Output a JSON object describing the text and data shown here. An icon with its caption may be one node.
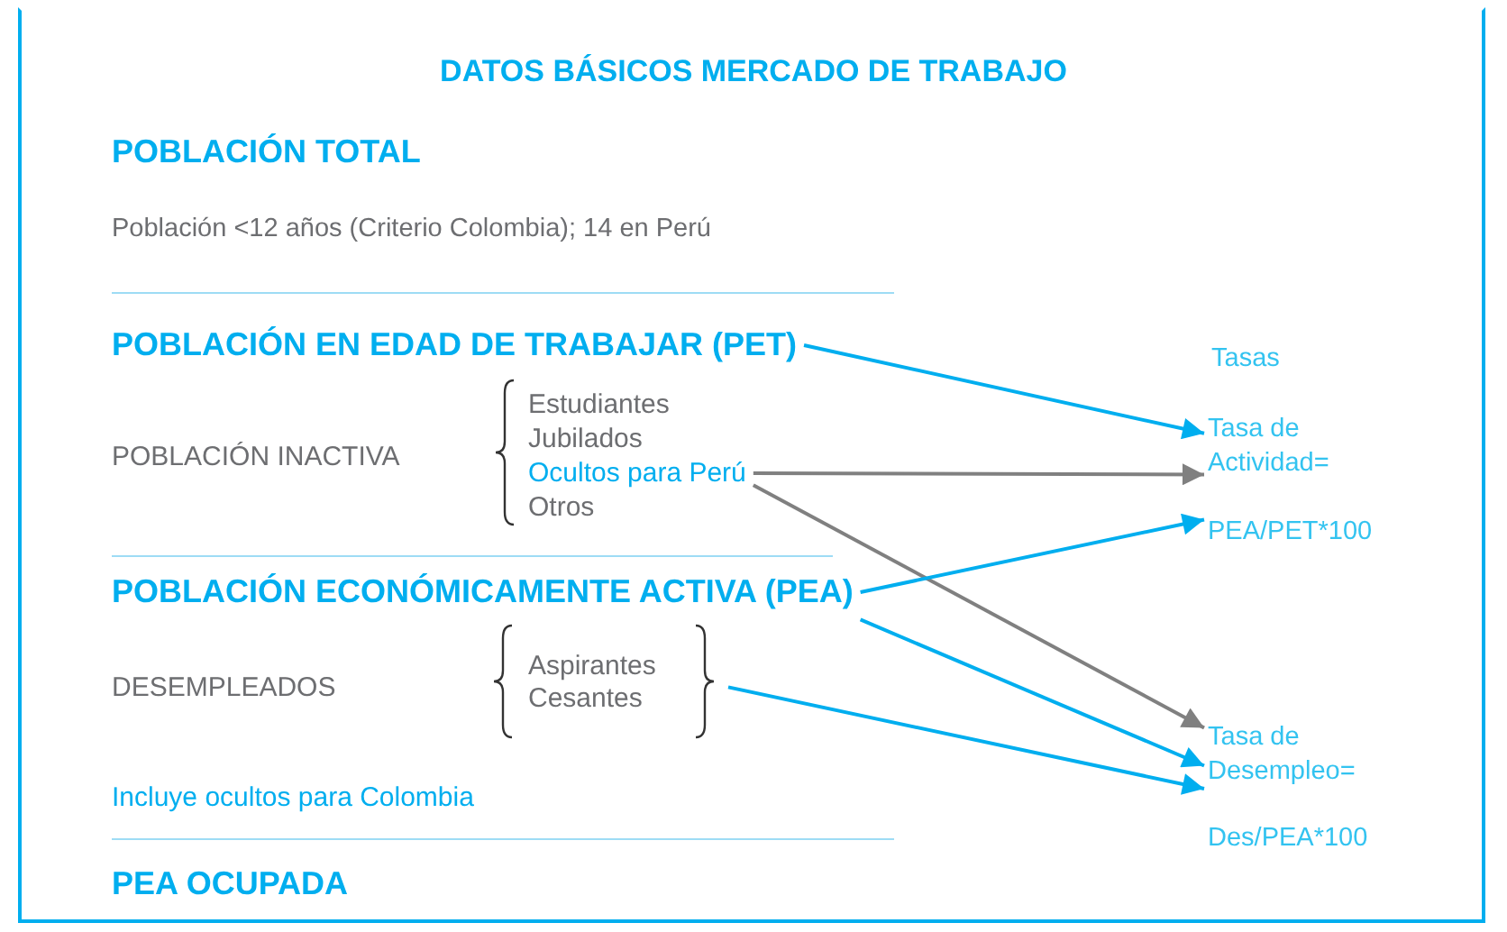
{
  "diagram": {
    "title": "DATOS BÁSICOS MERCADO DE TRABAJO",
    "nodes": [
      {
        "text": [
          "POBLACIÓN EN EDAD DE TRABAJAR (PET)"
        ]
      },
      {
        "text": [
          "Ocultos para Perú"
        ]
      },
      {
        "text": [
          "POBLACIÓN ECONÓMICAMENTE ACTIVA (PEA)"
        ]
      },
      {
        "text": [
          "Aspirantes",
          "Cesantes"
        ]
      },
      {
        "text": [
          "Tasa de Actividad=",
          "PEA/PET*100"
        ]
      },
      {
        "text": [
          "Tasa de Desempleo=",
          "Des/PEA*100"
        ]
      }
    ],
    "edges": [
      {
        "from": 0,
        "to": 4,
        "arrow": "to"
      },
      {
        "from": 1,
        "to": 4,
        "arrow": "to",
        "color": "#808080"
      },
      {
        "from": 1,
        "to": 5,
        "arrow": "to",
        "color": "#808080"
      },
      {
        "from": 2,
        "to": 4,
        "arrow": "to"
      },
      {
        "from": 2,
        "to": 5,
        "arrow": "to"
      },
      {
        "from": 3,
        "to": 5,
        "arrow": "to"
      }
    ],
    "labels": [
      "POBLACIÓN TOTAL",
      "Población <12 años (Criterio Colombia); 14 en Perú",
      "Tasas",
      "POBLACIÓN INACTIVA",
      "Estudiantes",
      "Jubilados",
      "Otros",
      "DESEMPLEADOS",
      "Incluye ocultos para Colombia",
      "PEA OCUPADA"
    ]
  }
}
